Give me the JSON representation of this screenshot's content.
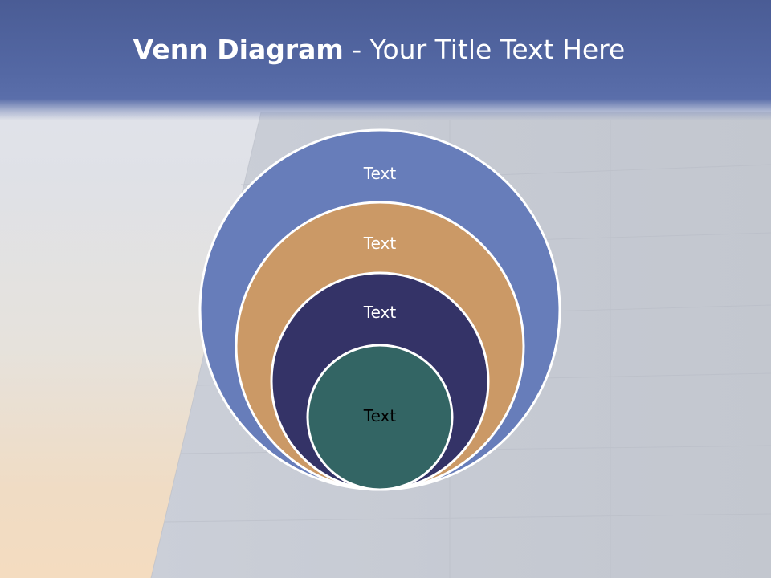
{
  "slide": {
    "title_bold": "Venn Diagram",
    "title_rest": " - Your Title Text Here"
  },
  "diagram": {
    "layers": [
      {
        "label": "Text",
        "fill": "#677dba",
        "text_color": "#ffffff"
      },
      {
        "label": "Text",
        "fill": "#cb9966",
        "text_color": "#ffffff"
      },
      {
        "label": "Text",
        "fill": "#343367",
        "text_color": "#ffffff"
      },
      {
        "label": "Text",
        "fill": "#336564",
        "text_color": "#000000"
      }
    ],
    "outline_color": "#ffffff"
  }
}
